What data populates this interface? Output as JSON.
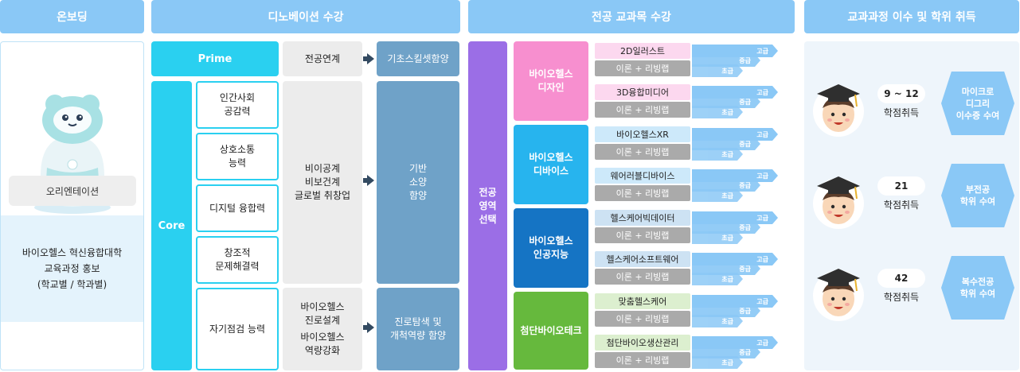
{
  "headers": {
    "onboarding": "온보딩",
    "dinnovation": "디노베이션 수강",
    "major": "전공 교과목 수강",
    "graduation": "교과과정 이수 및 학위 취득"
  },
  "onboarding": {
    "orientation": "오리엔테이션",
    "promo": [
      "바이오헬스 혁신융합대학",
      "교육과정 홍보",
      "(학교별 / 학과별)"
    ]
  },
  "dinnovation": {
    "prime": "Prime",
    "core": "Core",
    "prime_link": "전공연계",
    "prime_goal": "기초스킬셋함양",
    "core_items": [
      [
        "인간사회",
        "공감력"
      ],
      [
        "상호소통",
        "능력"
      ],
      [
        "디지털 융합력"
      ],
      [
        "창조적",
        "문제해결력"
      ],
      [
        "자기점검 능력"
      ]
    ],
    "core_mid1": [
      "비이공계",
      "비보건계",
      "글로벌 취창업"
    ],
    "core_goal1": [
      "기반",
      "소양",
      "함양"
    ],
    "core_mid2": [
      "바이오헬스",
      "진로설계",
      "바이오헬스",
      "역량강화"
    ],
    "core_goal2": [
      "진로탐색 및",
      "개척역량 함양"
    ]
  },
  "major": {
    "select": [
      "전공",
      "영역",
      "선택"
    ],
    "theory_label": "이론 + 리빙랩",
    "levels": [
      "고급",
      "중급",
      "초급"
    ],
    "categories": [
      {
        "name": [
          "바이오헬스",
          "디자인"
        ],
        "color": "#f78fcf",
        "light": "#fcd8ef",
        "courses": [
          "2D일러스트",
          "3D융합미디어"
        ]
      },
      {
        "name": [
          "바이오헬스",
          "디바이스"
        ],
        "color": "#27b4ee",
        "light": "#cde9fa",
        "courses": [
          "바이오헬스XR",
          "웨어러블디바이스"
        ]
      },
      {
        "name": [
          "바이오헬스",
          "인공지능"
        ],
        "color": "#1574c4",
        "light": "#cde2f3",
        "courses": [
          "헬스케어빅데이터",
          "헬스케어소프트웨어"
        ]
      },
      {
        "name": [
          "첨단바이오테크"
        ],
        "color": "#66b93d",
        "light": "#dcefcf",
        "courses": [
          "맞춤헬스케어",
          "첨단바이오생산관리"
        ]
      }
    ]
  },
  "graduation": {
    "label": "학점취득",
    "items": [
      {
        "credits": "9 ~ 12",
        "award": [
          "마이크로",
          "디그리",
          "이수증 수여"
        ]
      },
      {
        "credits": "21",
        "award": [
          "부전공",
          "학위 수여"
        ]
      },
      {
        "credits": "42",
        "award": [
          "복수전공",
          "학위 수여"
        ]
      }
    ]
  }
}
